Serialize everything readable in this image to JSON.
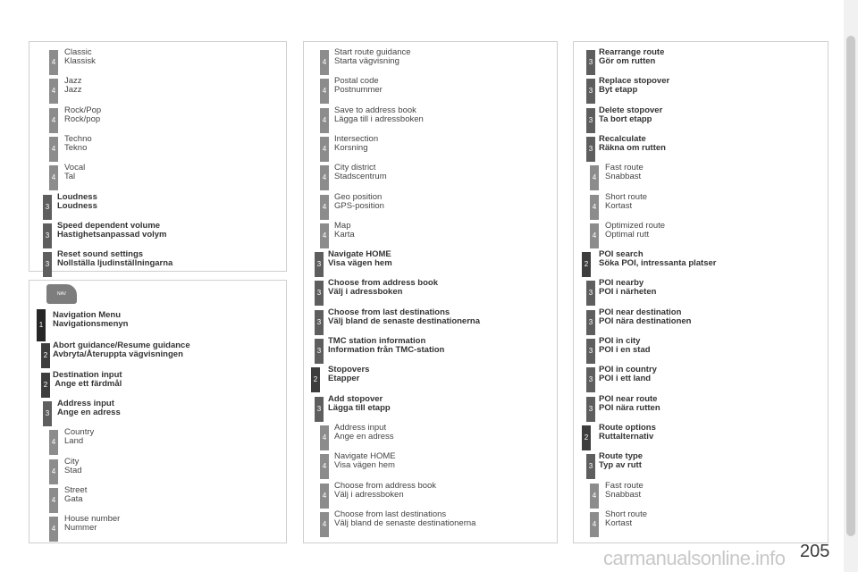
{
  "col1_top": [
    {
      "level": 4,
      "line1": "Classic",
      "line2": "Klassisk",
      "bold": false
    },
    {
      "level": 4,
      "line1": "Jazz",
      "line2": "Jazz",
      "bold": false
    },
    {
      "level": 4,
      "line1": "Rock/Pop",
      "line2": "Rock/pop",
      "bold": false
    },
    {
      "level": 4,
      "line1": "Techno",
      "line2": "Tekno",
      "bold": false
    },
    {
      "level": 4,
      "line1": "Vocal",
      "line2": "Tal",
      "bold": false
    },
    {
      "level": 3,
      "line1": "Loudness",
      "line2": "Loudness",
      "bold": true
    },
    {
      "level": 3,
      "line1": "Speed dependent volume",
      "line2": "Hastighetsanpassad volym",
      "bold": true
    },
    {
      "level": 3,
      "line1": "Reset sound settings",
      "line2": "Nollställa ljudinställningarna",
      "bold": true
    }
  ],
  "nav_icon_label": "NAV",
  "col1_bottom": [
    {
      "level": 1,
      "line1": "Navigation Menu",
      "line2": "Navigationsmenyn",
      "bold": true
    },
    {
      "level": 2,
      "line1": "Abort guidance/Resume guidance",
      "line2": "Avbryta/Återuppta vägvisningen",
      "bold": true
    },
    {
      "level": 2,
      "line1": "Destination input",
      "line2": " Ange ett färdmål",
      "bold": true
    },
    {
      "level": 3,
      "line1": "Address input",
      "line2": "Ange en adress",
      "bold": true
    },
    {
      "level": 4,
      "line1": "Country",
      "line2": "Land",
      "bold": false
    },
    {
      "level": 4,
      "line1": "City",
      "line2": "Stad",
      "bold": false
    },
    {
      "level": 4,
      "line1": "Street",
      "line2": "Gata",
      "bold": false
    },
    {
      "level": 4,
      "line1": "House number",
      "line2": "Nummer",
      "bold": false
    }
  ],
  "col2": [
    {
      "level": 4,
      "line1": "Start route guidance",
      "line2": "Starta vägvisning",
      "bold": false
    },
    {
      "level": 4,
      "line1": "Postal code",
      "line2": "Postnummer",
      "bold": false
    },
    {
      "level": 4,
      "line1": "Save to address book",
      "line2": "Lägga till i adressboken",
      "bold": false
    },
    {
      "level": 4,
      "line1": "Intersection",
      "line2": "Korsning",
      "bold": false
    },
    {
      "level": 4,
      "line1": "City district",
      "line2": "Stadscentrum",
      "bold": false
    },
    {
      "level": 4,
      "line1": "Geo position",
      "line2": "GPS-position",
      "bold": false
    },
    {
      "level": 4,
      "line1": "Map",
      "line2": "Karta",
      "bold": false
    },
    {
      "level": 3,
      "line1": "Navigate HOME",
      "line2": "Visa vägen hem",
      "bold": true
    },
    {
      "level": 3,
      "line1": "Choose from address book",
      "line2": "Välj i adressboken",
      "bold": true
    },
    {
      "level": 3,
      "line1": "Choose from last destinations",
      "line2": "Välj bland de senaste destinationerna",
      "bold": true
    },
    {
      "level": 3,
      "line1": "TMC station information",
      "line2": "Information från TMC-station",
      "bold": true
    },
    {
      "level": 2,
      "line1": "Stopovers",
      "line2": "Etapper",
      "bold": true
    },
    {
      "level": 3,
      "line1": "Add stopover",
      "line2": "Lägga till etapp",
      "bold": true
    },
    {
      "level": 4,
      "line1": "Address input",
      "line2": "Ange en adress",
      "bold": false
    },
    {
      "level": 4,
      "line1": "Navigate HOME",
      "line2": "Visa vägen hem",
      "bold": false
    },
    {
      "level": 4,
      "line1": "Choose from address book",
      "line2": "Välj i adressboken",
      "bold": false
    },
    {
      "level": 4,
      "line1": "Choose from last destinations",
      "line2": "Välj bland de senaste destinationerna",
      "bold": false
    }
  ],
  "col3": [
    {
      "level": 3,
      "line1": "Rearrange route",
      "line2": "Gör om rutten",
      "bold": true
    },
    {
      "level": 3,
      "line1": "Replace stopover",
      "line2": "Byt etapp",
      "bold": true
    },
    {
      "level": 3,
      "line1": "Delete stopover",
      "line2": "Ta bort etapp",
      "bold": true
    },
    {
      "level": 3,
      "line1": "Recalculate",
      "line2": "Räkna om rutten",
      "bold": true
    },
    {
      "level": 4,
      "line1": "Fast route",
      "line2": "Snabbast",
      "bold": false
    },
    {
      "level": 4,
      "line1": "Short route",
      "line2": "Kortast",
      "bold": false
    },
    {
      "level": 4,
      "line1": "Optimized route",
      "line2": "Optimal rutt",
      "bold": false
    },
    {
      "level": 2,
      "line1": "POI search",
      "line2": "Söka POI, intressanta platser",
      "bold": true
    },
    {
      "level": 3,
      "line1": "POI nearby",
      "line2": "POI i närheten",
      "bold": true
    },
    {
      "level": 3,
      "line1": "POI near destination",
      "line2": "POI nära destinationen",
      "bold": true
    },
    {
      "level": 3,
      "line1": "POI in city",
      "line2": "POI i en stad",
      "bold": true
    },
    {
      "level": 3,
      "line1": "POI in country",
      "line2": "POI i ett land",
      "bold": true
    },
    {
      "level": 3,
      "line1": "POI near route",
      "line2": "POI nära rutten",
      "bold": true
    },
    {
      "level": 2,
      "line1": "Route options",
      "line2": "Ruttalternativ",
      "bold": true
    },
    {
      "level": 3,
      "line1": "Route type",
      "line2": "Typ av rutt",
      "bold": true
    },
    {
      "level": 4,
      "line1": "Fast route",
      "line2": "Snabbast",
      "bold": false
    },
    {
      "level": 4,
      "line1": "Short route",
      "line2": "Kortast",
      "bold": false
    }
  ],
  "page_number": "205",
  "watermark": "carmanualsonline.info"
}
